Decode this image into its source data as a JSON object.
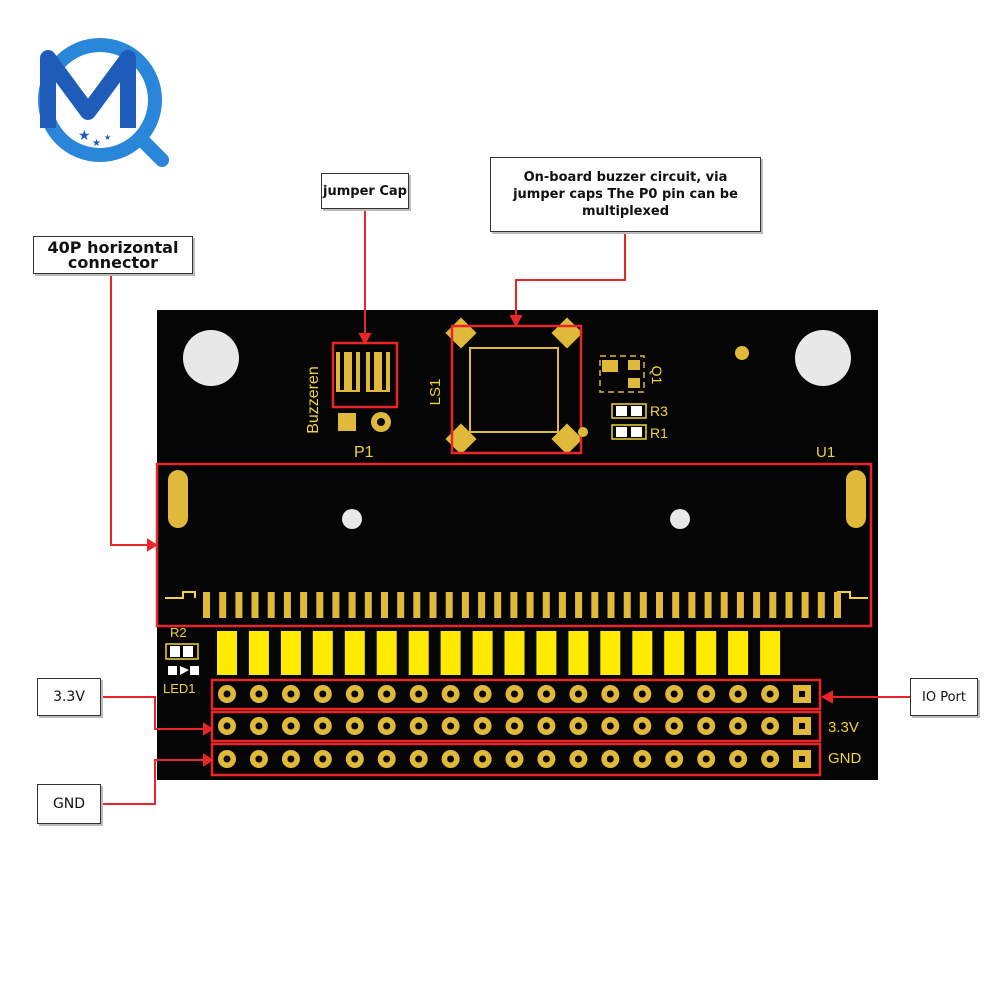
{
  "logo": {
    "letters": "MQ",
    "colors": {
      "primary": "#1f5bb8",
      "accent": "#2a86d8"
    }
  },
  "callouts": {
    "jumper_cap": "jumper Cap",
    "buzzer_circuit": "On-board buzzer circuit, via jumper caps The P0 pin can be multiplexed",
    "horizontal_connector_line1": "40P horizontal",
    "horizontal_connector_line2": "connector",
    "v33": "3.3V",
    "gnd": "GND",
    "io_port": "IO Port"
  },
  "board": {
    "silkscreen": {
      "buzzer": "Buzzeren",
      "p1": "P1",
      "ls1": "LS1",
      "q1": "Q1",
      "r3": "R3",
      "r1": "R1",
      "u1": "U1",
      "r2": "R2",
      "led1": "LED1",
      "row_33": "3.3V",
      "row_gnd": "GND"
    },
    "pads_per_row": 19,
    "edge_fingers": 40,
    "colors": {
      "pcb": "#050505",
      "gold": "#e0b83a",
      "yellow": "#ffea00",
      "highlight": "#e8262a",
      "silk": "#f2d33a"
    }
  }
}
